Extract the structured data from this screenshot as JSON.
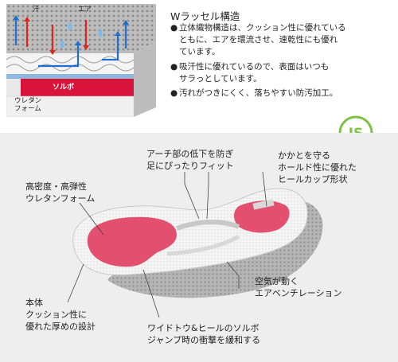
{
  "top": {
    "cross_section": {
      "label_sorbo": "ソルボ",
      "label_urethane_line1": "ウレタン",
      "label_urethane_line2": "フォーム",
      "label_ase": "汗",
      "label_air": "エア"
    },
    "title": "Wラッセル構造",
    "bullets": [
      [
        "立体織物構造は、クッション性に優れている",
        "ともに、エアを環流させ、速乾性にも優れ",
        "ています。"
      ],
      [
        "吸汗性に優れているので、表面はいつも",
        "サラっとしています。"
      ],
      [
        "汚れがつきにくく、落ちやすい防汚加工。"
      ]
    ],
    "bullet_symbol": "●",
    "logo_text": "JS"
  },
  "bottom": {
    "callouts": {
      "arch": [
        "アーチ部の低下を防ぎ",
        "足にぴったりフィット"
      ],
      "heel": [
        "かかとを守る",
        "ホールド性に優れた",
        "ヒールカップ形状"
      ],
      "foam": [
        "高密度・高弾性",
        "ウレタンフォーム"
      ],
      "body": [
        "本体",
        "クッション性に",
        "優れた厚めの設計"
      ],
      "air": [
        "空気が動く",
        "エアベンチレーション"
      ],
      "sorbo": [
        "ワイドトウ&ヒールのソルボ",
        "ジャンプ時の衝撃を緩和する"
      ]
    }
  },
  "colors": {
    "sorbo_red": "#d9143a",
    "pad_pink": "#e34f6e",
    "arrow_red": "#e1251b",
    "arrow_blue": "#1d6fd1",
    "logo_green": "#7dc241",
    "panel_bg": "#eeeeee",
    "callout_blue": "#1f5fb0"
  }
}
